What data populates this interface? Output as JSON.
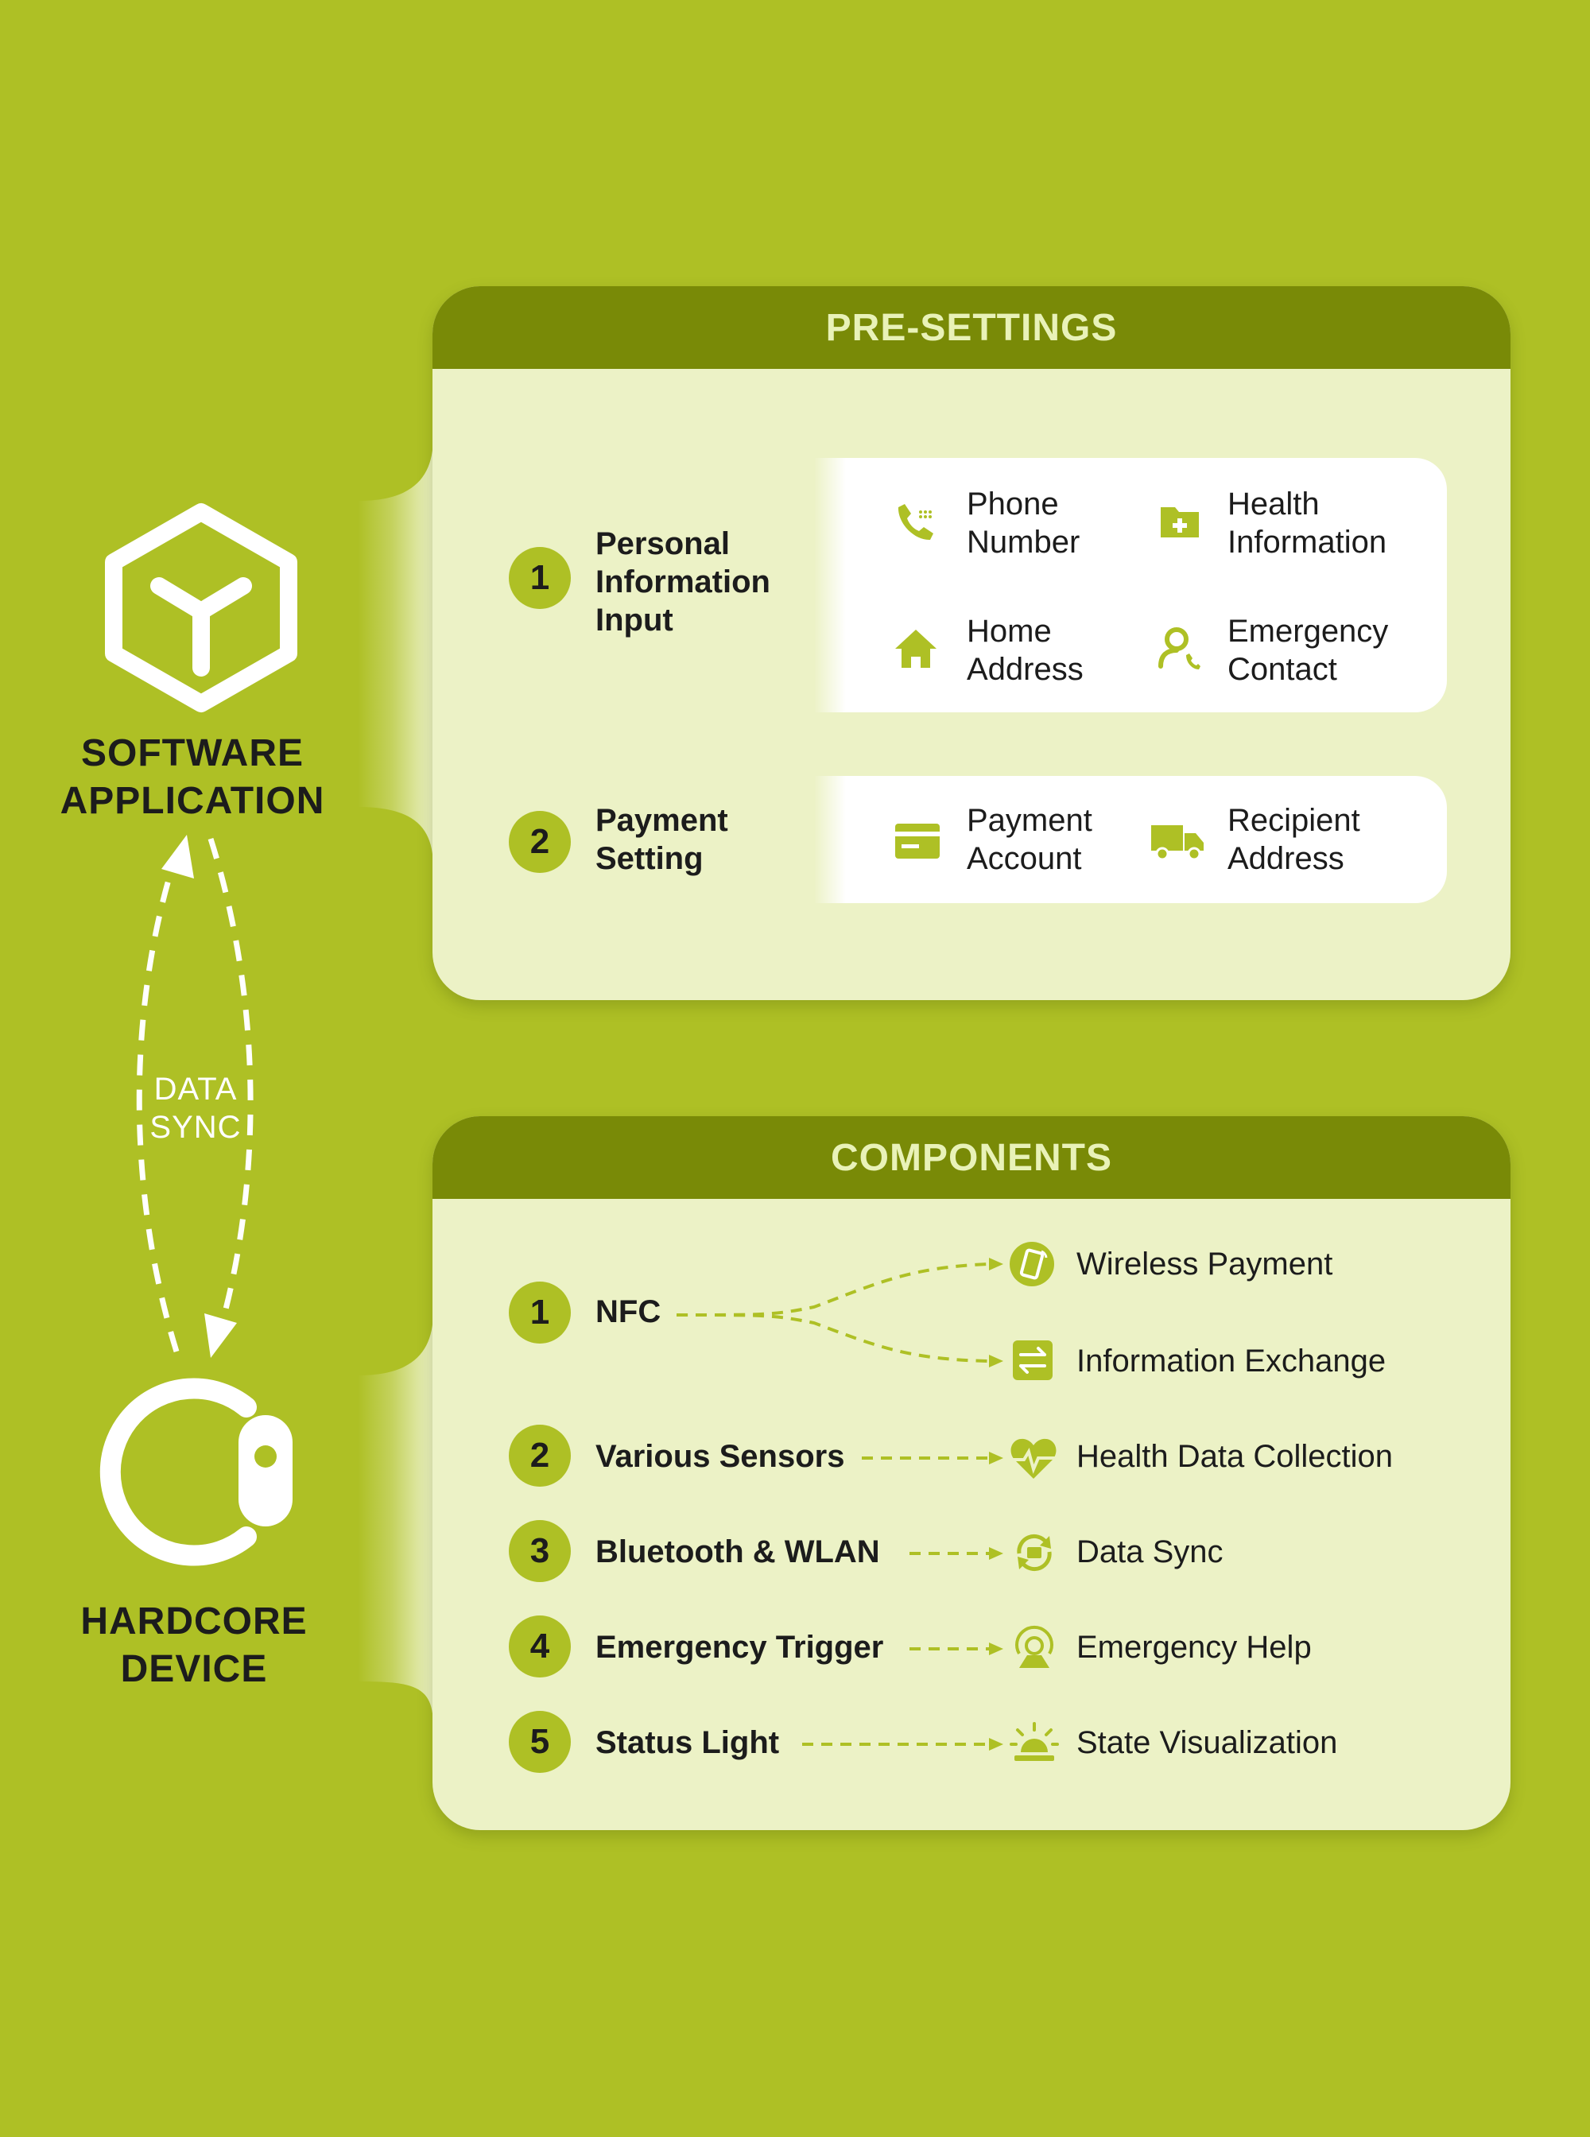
{
  "left": {
    "software_line1": "SOFTWARE",
    "software_line2": "APPLICATION",
    "hardware_line1": "HARDCORE",
    "hardware_line2": "DEVICE",
    "sync_line1": "DATA",
    "sync_line2": "SYNC",
    "software_icon": "cube-icon",
    "hardware_icon": "wearable-device-icon"
  },
  "presettings": {
    "title": "PRE-SETTINGS",
    "items": [
      {
        "number": "1",
        "label_lines": [
          "Personal",
          "Information",
          "Input"
        ],
        "options": [
          {
            "icon": "phone-icon",
            "lines": [
              "Phone",
              "Number"
            ]
          },
          {
            "icon": "health-folder-icon",
            "lines": [
              "Health",
              "Information"
            ]
          },
          {
            "icon": "home-icon",
            "lines": [
              "Home",
              "Address"
            ]
          },
          {
            "icon": "emergency-contact-icon",
            "lines": [
              "Emergency",
              "Contact"
            ]
          }
        ]
      },
      {
        "number": "2",
        "label_lines": [
          "Payment",
          "Setting"
        ],
        "options": [
          {
            "icon": "card-icon",
            "lines": [
              "Payment",
              "Account"
            ]
          },
          {
            "icon": "truck-icon",
            "lines": [
              "Recipient",
              "Address"
            ]
          }
        ]
      }
    ]
  },
  "components": {
    "title": "COMPONENTS",
    "items": [
      {
        "number": "1",
        "label": "NFC",
        "results": [
          {
            "icon": "nfc-phone-icon",
            "text": "Wireless Payment"
          },
          {
            "icon": "exchange-icon",
            "text": "Information Exchange"
          }
        ]
      },
      {
        "number": "2",
        "label": "Various Sensors",
        "results": [
          {
            "icon": "heartbeat-icon",
            "text": "Health Data Collection"
          }
        ]
      },
      {
        "number": "3",
        "label": "Bluetooth & WLAN",
        "results": [
          {
            "icon": "sync-icon",
            "text": "Data Sync"
          }
        ]
      },
      {
        "number": "4",
        "label": "Emergency Trigger",
        "results": [
          {
            "icon": "alert-icon",
            "text": "Emergency Help"
          }
        ]
      },
      {
        "number": "5",
        "label": "Status Light",
        "results": [
          {
            "icon": "light-icon",
            "text": "State Visualization"
          }
        ]
      }
    ]
  },
  "colors": {
    "background": "#aec025",
    "panel": "#ecf2c6",
    "header": "#798a07",
    "accent": "#aec025",
    "text": "#1c1c1c"
  }
}
